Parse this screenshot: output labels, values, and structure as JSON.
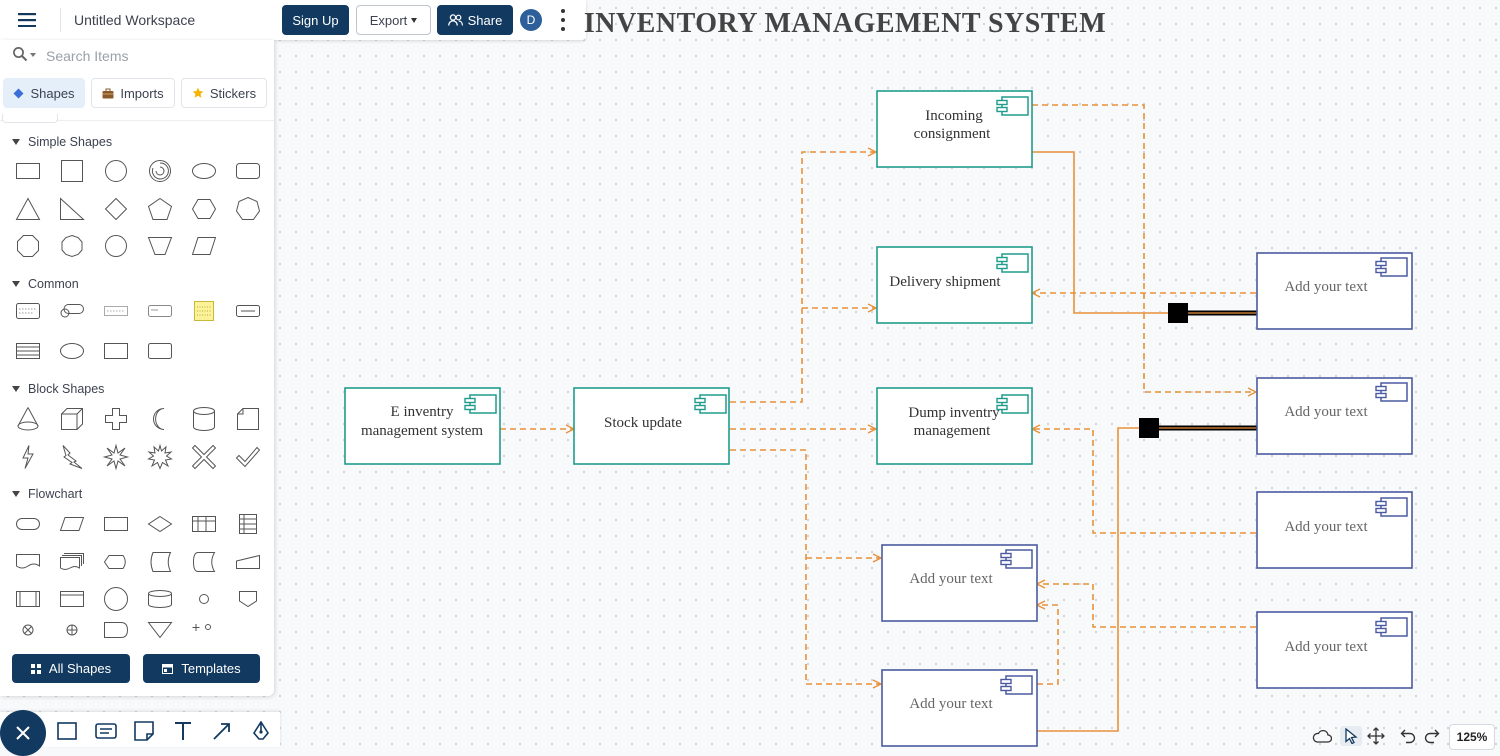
{
  "topbar": {
    "workspace_title": "Untitled Workspace",
    "signup_label": "Sign Up",
    "export_label": "Export",
    "share_label": "Share",
    "avatar_initial": "D"
  },
  "panel": {
    "search_placeholder": "Search Items",
    "tabs": [
      {
        "label": "Shapes",
        "icon": "diamond-icon"
      },
      {
        "label": "Imports",
        "icon": "suitcase-icon"
      },
      {
        "label": "Stickers",
        "icon": "star-icon"
      }
    ],
    "sections": [
      {
        "label": "Simple Shapes"
      },
      {
        "label": "Common"
      },
      {
        "label": "Block Shapes"
      },
      {
        "label": "Flowchart"
      }
    ],
    "all_shapes_label": "All Shapes",
    "templates_label": "Templates"
  },
  "diagram": {
    "title": "INVENTORY MANAGEMENT SYSTEM",
    "nodes": [
      {
        "id": "e-inventory",
        "lines": [
          "E inventry",
          "management system"
        ]
      },
      {
        "id": "stock-update",
        "lines": [
          "Stock update"
        ]
      },
      {
        "id": "incoming",
        "lines": [
          "Incoming",
          "consignment"
        ]
      },
      {
        "id": "delivery",
        "lines": [
          "Delivery shipment"
        ]
      },
      {
        "id": "dump",
        "lines": [
          "Dump inventry",
          "management"
        ]
      },
      {
        "id": "add1",
        "lines": [
          "Add your text"
        ]
      },
      {
        "id": "add2",
        "lines": [
          "Add your text"
        ]
      },
      {
        "id": "right1",
        "lines": [
          "Add your text"
        ]
      },
      {
        "id": "right2",
        "lines": [
          "Add your text"
        ]
      },
      {
        "id": "right3",
        "lines": [
          "Add your text"
        ]
      },
      {
        "id": "right4",
        "lines": [
          "Add your text"
        ]
      }
    ],
    "colors": {
      "teal": "#1f9c8c",
      "navy": "#4b5aa0",
      "orange": "#e8913a",
      "dark": "#12395f"
    }
  },
  "statusbar": {
    "zoom_label": "125%"
  }
}
